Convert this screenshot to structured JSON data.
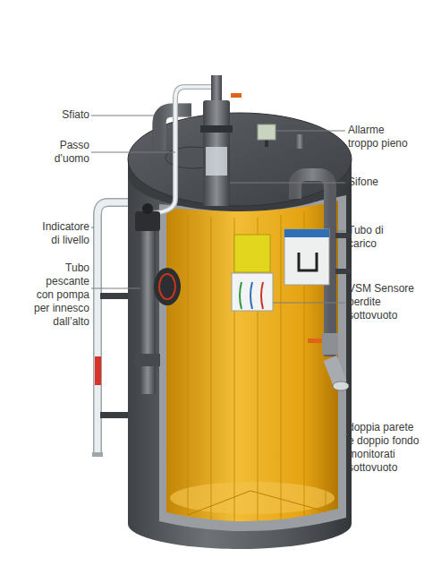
{
  "diagram": {
    "labels": [
      "Sfiato",
      "Passo d’uomo",
      "Indicatore di livello",
      "Tubo pescante con pompa per innesco dall’alto",
      "Allarme troppo pieno",
      "Sifone",
      "Tubo di carico",
      "VSM Sensore perdite sottovuoto",
      "doppia parete e doppio fondo monitorati sottovuoto"
    ]
  }
}
